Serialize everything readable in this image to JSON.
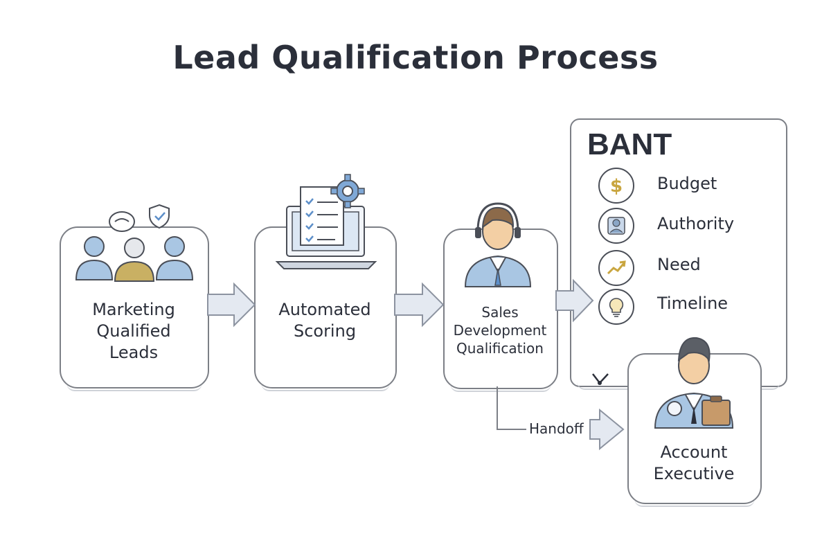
{
  "title": "Lead Qualification Process",
  "stages": [
    {
      "lines": [
        "Marketing",
        "Qualified",
        "Leads"
      ]
    },
    {
      "lines": [
        "Automated",
        "Scoring"
      ]
    },
    {
      "lines": [
        "Sales",
        "Development",
        "Qualification"
      ]
    },
    {
      "lines": [
        "Account",
        "Executive"
      ]
    }
  ],
  "bant": {
    "title": "BANT",
    "items": [
      {
        "label": "Budget",
        "icon": "dollar-icon"
      },
      {
        "label": "Authority",
        "icon": "person-icon"
      },
      {
        "label": "Need",
        "icon": "growth-arrow-icon"
      },
      {
        "label": "Timeline",
        "icon": "lightbulb-icon"
      }
    ]
  },
  "handoff_label": "Handoff",
  "colors": {
    "outline": "#7c7f86",
    "text": "#2b2f3a",
    "arrow_fill": "#e4e9f1",
    "arrow_stroke": "#8c93a0",
    "person_blue": "#a9c6e3",
    "person_gold": "#c9b063",
    "skin": "#f3cfa4",
    "hair": "#5b5f66",
    "accent_blue": "#5d8fc9"
  }
}
